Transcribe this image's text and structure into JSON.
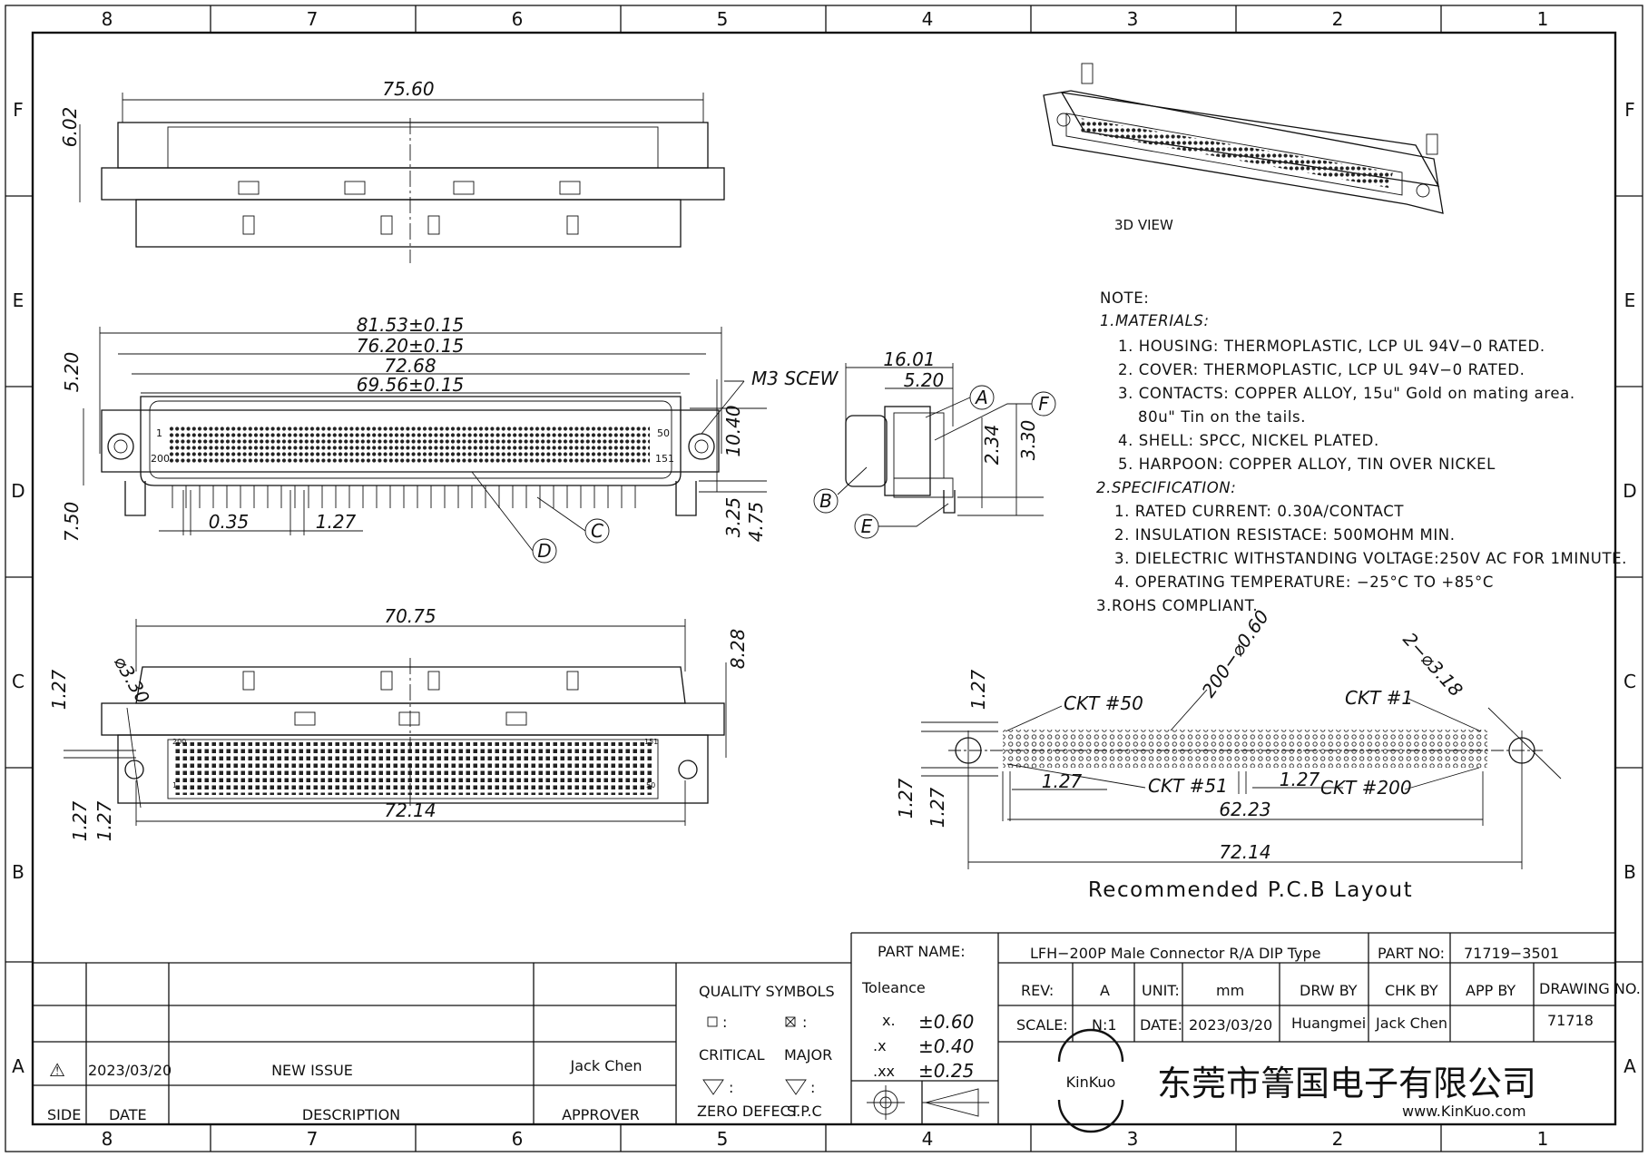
{
  "frame": {
    "cols_top": [
      "8",
      "7",
      "6",
      "5",
      "4",
      "3",
      "2",
      "1"
    ],
    "rows_side": [
      "F",
      "E",
      "D",
      "C",
      "B",
      "A"
    ]
  },
  "top_view": {
    "width_dim": "75.60",
    "height_dim": "6.02"
  },
  "front_view": {
    "dims": {
      "d1": "81.53±0.15",
      "d2": "76.20±0.15",
      "d3": "72.68",
      "d4": "69.56±0.15",
      "left_h1": "5.20",
      "left_h2": "7.50",
      "right_v1": "10.40",
      "right_v2": "3.25",
      "right_v3": "4.75",
      "pitch_a": "0.35",
      "pitch_b": "1.27"
    },
    "pin_labels": {
      "p1": "1",
      "p50": "50",
      "p200": "200",
      "p151": "151"
    },
    "screw_label": "M3 SCEW",
    "callouts": {
      "c": "C",
      "d": "D"
    }
  },
  "side_view": {
    "dims": {
      "d1": "16.01",
      "d2": "5.20",
      "v1": "2.34",
      "v2": "3.30"
    },
    "callouts": {
      "a": "A",
      "f": "F",
      "b": "B",
      "e": "E"
    }
  },
  "bottom_view": {
    "dims": {
      "w1": "70.75",
      "w2": "72.14",
      "h1": "8.28",
      "dia": "⌀3.30",
      "p1": "1.27",
      "p2": "1.27",
      "p3": "1.27"
    },
    "pin_labels": {
      "p200": "200",
      "p151": "151",
      "p1": "1",
      "p50": "50"
    }
  },
  "view_3d_label": "3D VIEW",
  "notes": {
    "title": "NOTE:",
    "section1": "1.MATERIALS:",
    "m1": "1.  HOUSING: THERMOPLASTIC, LCP UL 94V−0 RATED.",
    "m2": "2.  COVER: THERMOPLASTIC, LCP UL 94V−0 RATED.",
    "m3": "3.  CONTACTS: COPPER ALLOY, 15u\" Gold on mating area.",
    "m3b": "80u\" Tin on the tails.",
    "m4": "4.  SHELL: SPCC, NICKEL PLATED.",
    "m5": "5.  HARPOON: COPPER ALLOY, TIN OVER NICKEL",
    "section2": "2.SPECIFICATION:",
    "s1": "1.  RATED CURRENT: 0.30A/CONTACT",
    "s2": "2.  INSULATION RESISTACE: 500MOHM MIN.",
    "s3": "3.  DIELECTRIC WITHSTANDING VOLTAGE:250V AC FOR 1MINUTE.",
    "s4": "4.  OPERATING TEMPERATURE: −25°C TO +85°C",
    "section3": "3.ROHS COMPLIANT."
  },
  "pcb": {
    "title": "Recommended P.C.B Layout",
    "ckt50": "CKT #50",
    "ckt1": "CKT #1",
    "ckt51": "CKT #51",
    "ckt200": "CKT #200",
    "holes": "200−⌀0.60",
    "mount": "2−⌀3.18",
    "d1": "1.27",
    "d2": "1.27",
    "d3": "1.27",
    "d4": "1.27",
    "d5": "1.27",
    "w1": "62.23",
    "w2": "72.14"
  },
  "title_block": {
    "part_name_label": "PART    NAME:",
    "part_name": "LFH−200P Male Connector R/A DIP Type",
    "part_no_label": "PART NO:",
    "part_no": "71719−3501",
    "tolerance_label": "Toleance",
    "tol_x": "x.",
    "tol_x_val": "±0.60",
    "tol_dx": ".x",
    "tol_dx_val": "±0.40",
    "tol_dxx": ".xx",
    "tol_dxx_val": "±0.25",
    "rev_label": "REV:",
    "rev": "A",
    "unit_label": "UNIT:",
    "unit": "mm",
    "drw_by_label": "DRW BY",
    "chk_by_label": "CHK BY",
    "app_by_label": "APP BY",
    "drawing_no_label": "DRAWING NO.",
    "drawing_no": "71718",
    "scale_label": "SCALE:",
    "scale": "N:1",
    "date_label": "DATE:",
    "date": "2023/03/20",
    "drw_by": "Huangmei",
    "chk_by": "Jack Chen",
    "quality_label": "QUALITY SYMBOLS",
    "q_critical": "CRITICAL",
    "q_major": "MAJOR",
    "q_zero": "ZERO DEFECT",
    "q_spc": "S.P.C",
    "q_colon1": ":",
    "q_colon2": ":",
    "q_colon3": ":",
    "q_colon4": ":",
    "company_cn": "东莞市箐国电子有限公司",
    "company_web": "www.KinKuo.com",
    "logo_text": "KinKuo"
  },
  "revision": {
    "mark": "⚠",
    "date": "2023/03/20",
    "desc": "NEW ISSUE",
    "approver": "Jack Chen",
    "hdr_side": "SIDE",
    "hdr_date": "DATE",
    "hdr_desc": "DESCRIPTION",
    "hdr_approver": "APPROVER"
  }
}
